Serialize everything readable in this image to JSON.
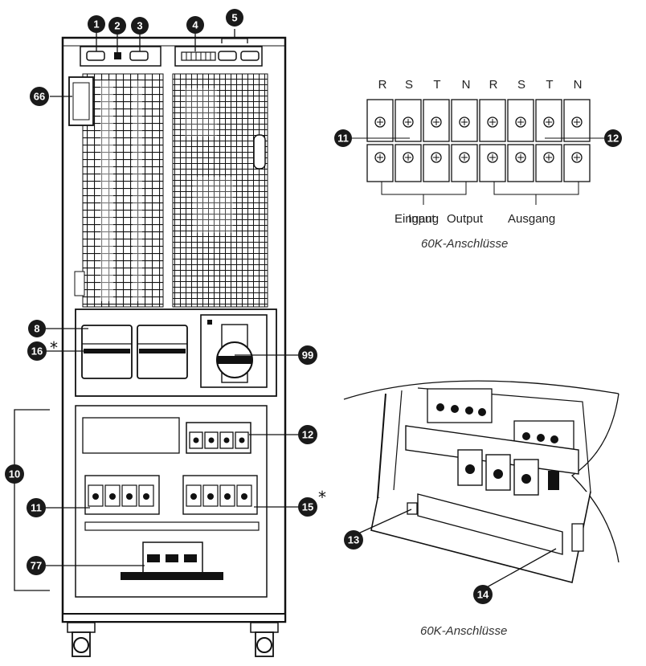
{
  "callouts": {
    "c1": "1",
    "c2": "2",
    "c3": "3",
    "c4": "4",
    "c5": "5",
    "c66": "66",
    "c8": "8",
    "c16": "16",
    "c99": "99",
    "c10": "10",
    "c12a": "12",
    "c11a": "11",
    "c15": "15",
    "c77": "77",
    "c11b": "11",
    "c12b": "12",
    "c13": "13",
    "c14": "14"
  },
  "asterisks": {
    "a16": "*",
    "a15": "*"
  },
  "terminal_block": {
    "labels": [
      "R",
      "S",
      "T",
      "N",
      "R",
      "S",
      "T",
      "N"
    ],
    "group_labels": {
      "input": "Eingang",
      "input_en": "Input",
      "output_en": "Output",
      "output": "Ausgang"
    },
    "caption": "60K-Anschlüsse"
  },
  "detail_view": {
    "caption": "60K-Anschlüsse"
  }
}
